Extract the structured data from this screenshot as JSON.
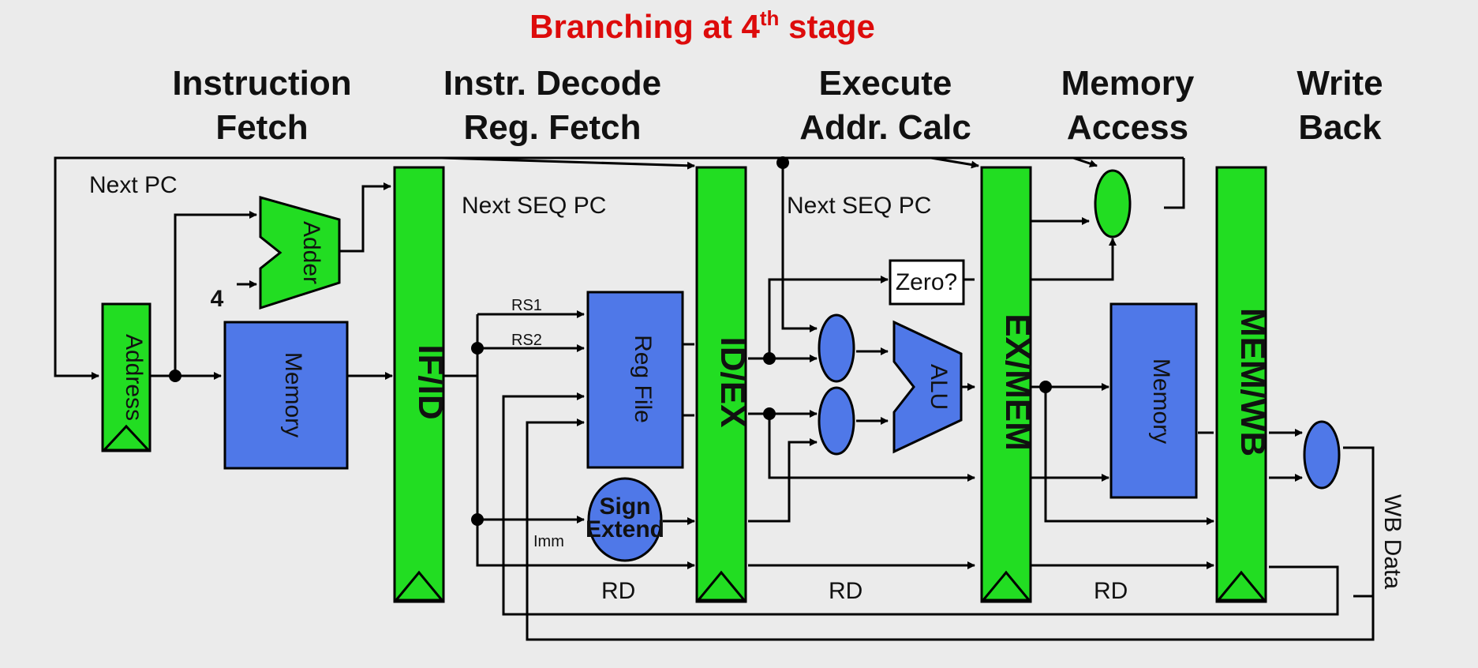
{
  "title": {
    "main": "Branching at 4",
    "sup": "th",
    "rest": " stage"
  },
  "stages": [
    {
      "line1": "Instruction",
      "line2": "Fetch"
    },
    {
      "line1": "Instr. Decode",
      "line2": "Reg. Fetch"
    },
    {
      "line1": "Execute",
      "line2": "Addr. Calc"
    },
    {
      "line1": "Memory",
      "line2": "Access"
    },
    {
      "line1": "Write",
      "line2": "Back"
    }
  ],
  "registers": {
    "if_id": "IF/ID",
    "id_ex": "ID/EX",
    "ex_mem": "EX/MEM",
    "mem_wb": "MEM/WB"
  },
  "units": {
    "address": "Address",
    "adder": "Adder",
    "instr_memory": "Memory",
    "reg_file": "Reg File",
    "sign_extend_1": "Sign",
    "sign_extend_2": "Extend",
    "alu": "ALU",
    "zero": "Zero?",
    "data_memory": "Memory"
  },
  "labels": {
    "next_pc": "Next PC",
    "four": "4",
    "next_seq_pc_1": "Next SEQ PC",
    "next_seq_pc_2": "Next SEQ PC",
    "rs1": "RS1",
    "rs2": "RS2",
    "imm": "Imm",
    "rd_1": "RD",
    "rd_2": "RD",
    "rd_3": "RD",
    "wb_data": "WB Data"
  },
  "colors": {
    "title": "#dd0b0b",
    "stage_register": "#22dd22",
    "functional_unit": "#4f78e8",
    "background": "#ebebeb"
  }
}
